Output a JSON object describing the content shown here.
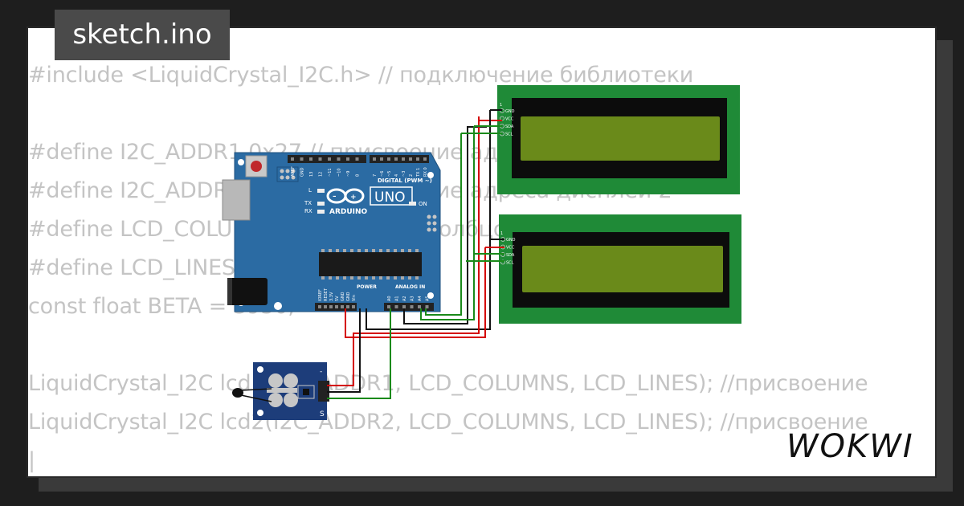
{
  "title": "sketch.ino",
  "code_lines": [
    "#include <LiquidCrystal_I2C.h> // подключение библиотеки",
    "",
    "#define I2C_ADDR1 0x27 // присвоение адреса дисплей 1",
    "#define I2C_ADDR2 0x26 // присвоение адреса дисплей 2",
    "#define LCD_COLUMNS 16 // число столбцов",
    "#define LCD_LINES 2 // число строк",
    "const float BETA = 3950;",
    "",
    "LiquidCrystal_I2C lcd1(I2C_ADDR1, LCD_COLUMNS, LCD_LINES); //присвоение",
    "LiquidCrystal_I2C lcd2(I2C_ADDR2, LCD_COLUMNS, LCD_LINES); //присвоение",
    "|"
  ],
  "arduino": {
    "brand": "ARDUINO",
    "model": "UNO",
    "digital_label": "DIGITAL (PWM ~)",
    "power_label": "POWER",
    "analog_label": "ANALOG IN",
    "on_label": "ON",
    "l_label": "L",
    "tx_label": "TX",
    "rx_label": "RX",
    "header_pins_top": [
      "AREF",
      "GND",
      "13",
      "12",
      "~11",
      "~10",
      "~9",
      "8",
      "7",
      "~6",
      "~5",
      "4",
      "~3",
      "2",
      "TX 1",
      "RX 0"
    ],
    "header_pins_bottom": [
      "IOREF",
      "RESET",
      "3.3V",
      "5V",
      "GND",
      "GND",
      "Vin",
      "A0",
      "A1",
      "A2",
      "A3",
      "A4",
      "A5"
    ]
  },
  "lcd_pins": [
    "GND",
    "VCC",
    "SDA",
    "SCL"
  ],
  "lcd_pin_one": "1",
  "sensor_pins": [
    "-",
    "S"
  ],
  "logo": "WOKWI",
  "colors": {
    "board": "#2b6ba3",
    "lcd_frame": "#1f8a37",
    "lcd_screen": "#6a8a1a",
    "wire_red": "#d40000",
    "wire_green": "#1a8a1a",
    "wire_black": "#111111",
    "sensor": "#1d3d7a"
  }
}
